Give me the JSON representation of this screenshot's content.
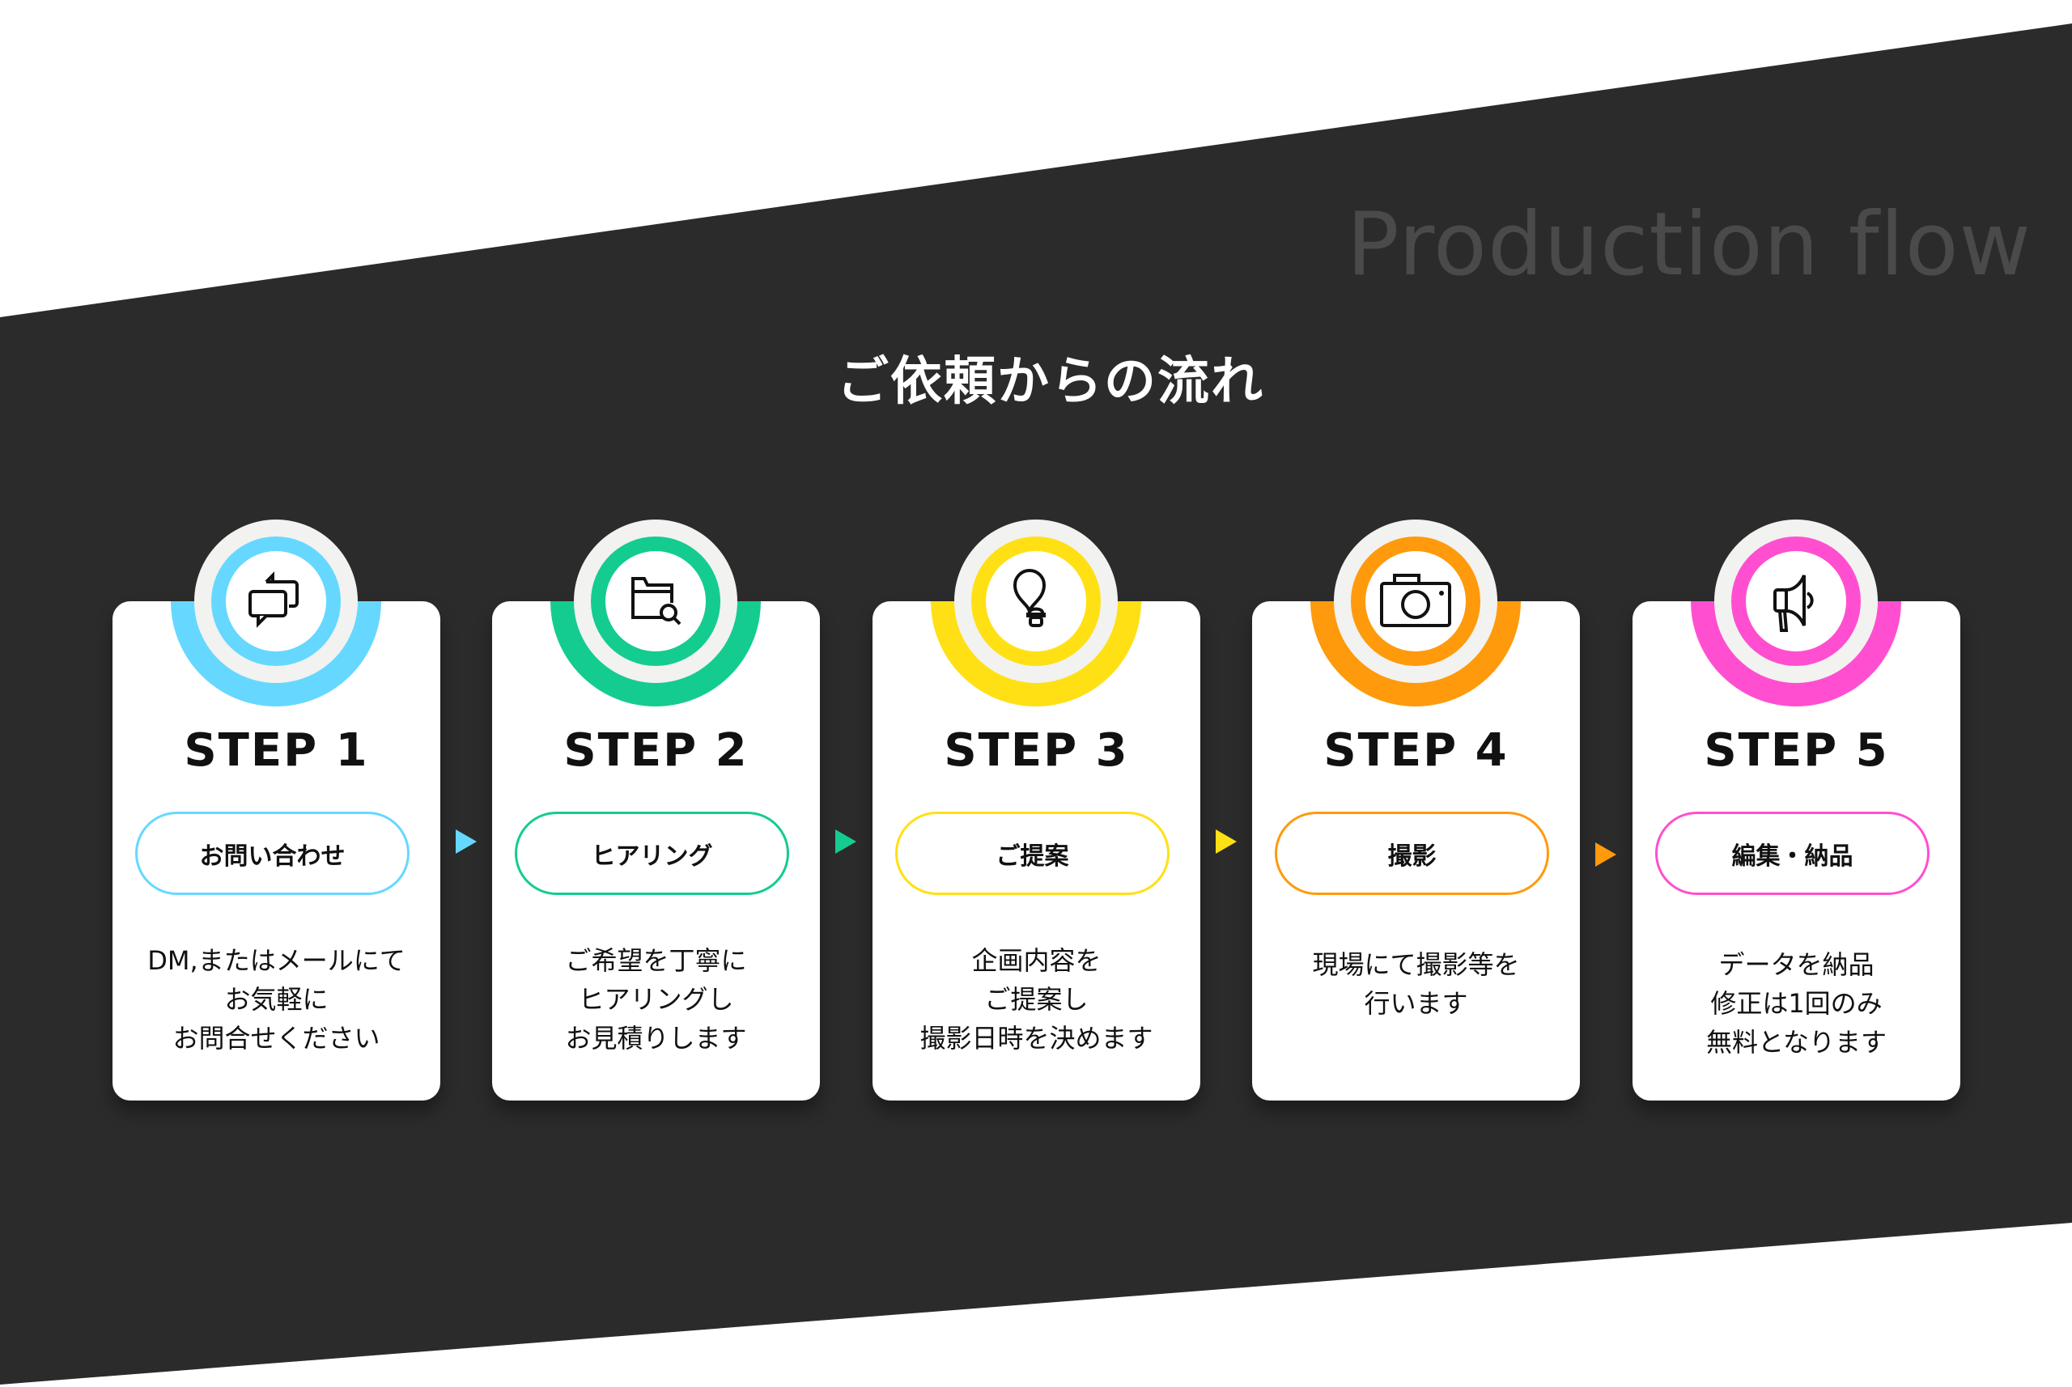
{
  "header": {
    "en_title": "Production flow",
    "jp_title": "ご依頼からの流れ"
  },
  "colors": {
    "background_dark": "#2b2b2b",
    "ring_grey": "#f2f2f0"
  },
  "steps": [
    {
      "label": "STEP 1",
      "pill": "お問い合わせ",
      "desc": [
        "DM,またはメールにて",
        "お気軽に",
        "お問合せください"
      ],
      "color": "#66d8ff",
      "icon": "chat-bubbles-icon"
    },
    {
      "label": "STEP 2",
      "pill": "ヒアリング",
      "desc": [
        "ご希望を丁寧に",
        "ヒアリングし",
        "お見積りします"
      ],
      "color": "#14cc90",
      "icon": "folder-search-icon"
    },
    {
      "label": "STEP 3",
      "pill": "ご提案",
      "desc": [
        "企画内容を",
        "ご提案し",
        "撮影日時を決めます"
      ],
      "color": "#ffe014",
      "icon": "lightbulb-icon"
    },
    {
      "label": "STEP 4",
      "pill": "撮影",
      "desc": [
        "現場にて撮影等を",
        "行います"
      ],
      "color": "#ff9a0c",
      "icon": "camera-icon"
    },
    {
      "label": "STEP 5",
      "pill": "編集・納品",
      "desc": [
        "データを納品",
        "修正は1回のみ",
        "無料となります"
      ],
      "color": "#ff4fd0",
      "icon": "megaphone-icon"
    }
  ]
}
